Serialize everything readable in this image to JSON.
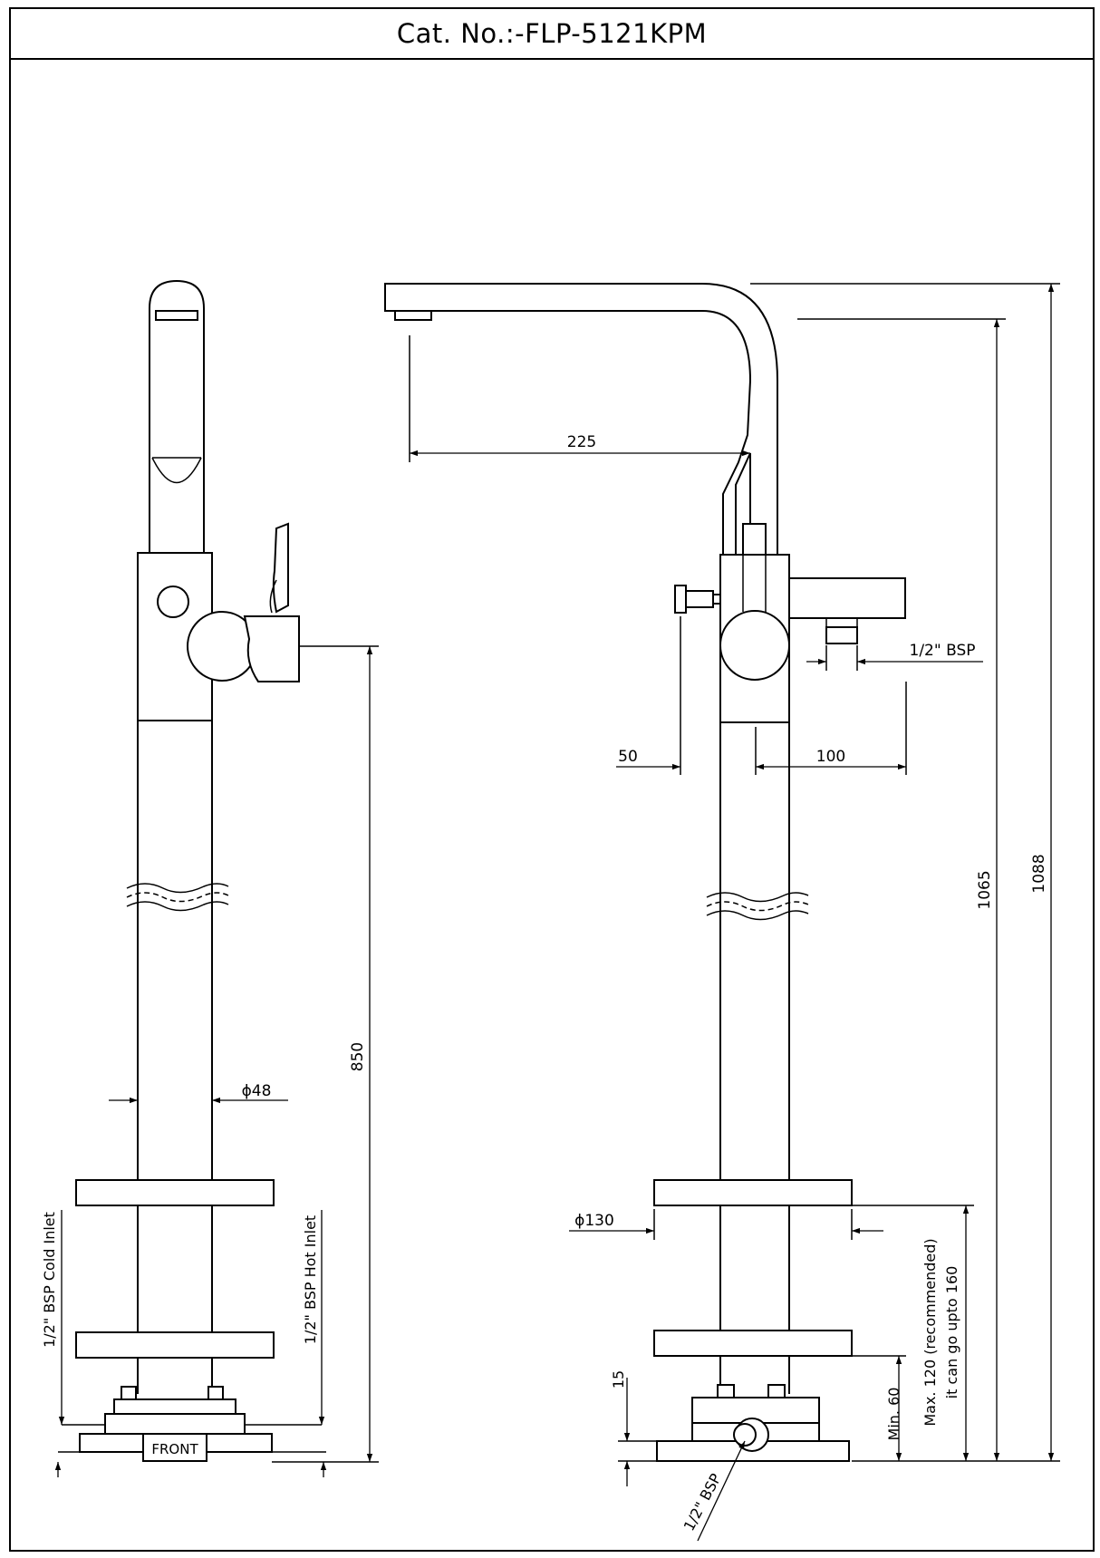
{
  "header": {
    "catalog_number": "Cat. No.:-FLP-5121KPM"
  },
  "side_view": {
    "diameter_label": "ϕ48",
    "height_label": "850",
    "cold_inlet_label": "1/2\" BSP Cold Inlet",
    "hot_inlet_label": "1/2\" BSP Hot Inlet",
    "front_label": "FRONT"
  },
  "front_view": {
    "spout_reach_label": "225",
    "outlet_label": "1/2\" BSP",
    "knob_offset_label": "50",
    "diverter_length_label": "100",
    "flange_diameter_label": "ϕ130",
    "overall_height_label": "1088",
    "outlet_height_label": "1065",
    "max_label_line1": "Max. 120 (recommended)",
    "max_label_line2": "it can go upto 160",
    "min_label": "Min. 60",
    "base_step_label": "15",
    "bottom_outlet_label": "1/2\" BSP"
  }
}
